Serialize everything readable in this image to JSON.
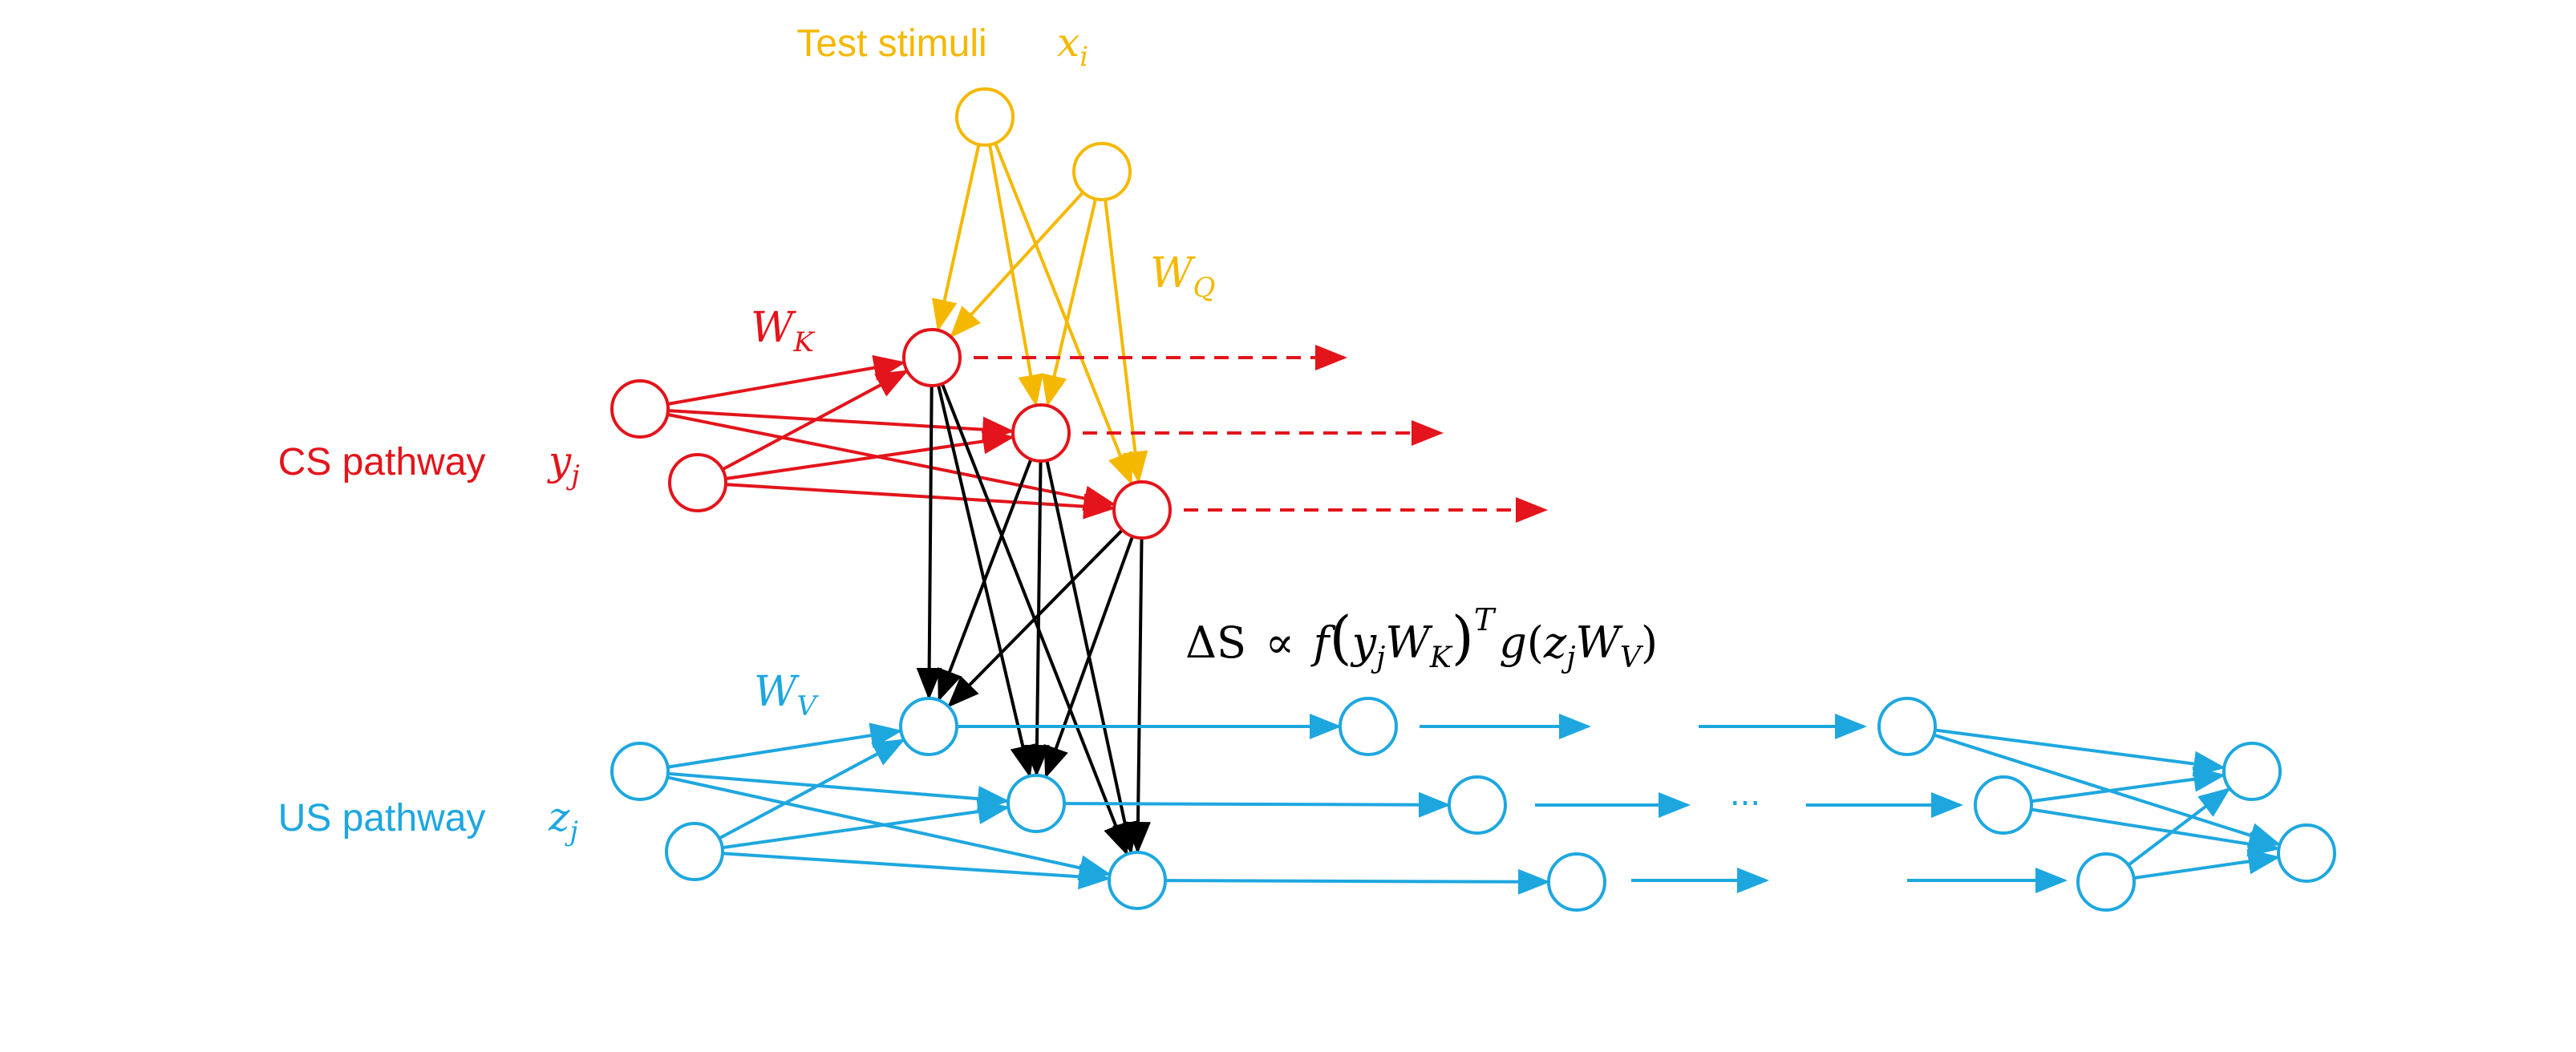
{
  "colors": {
    "test": "#F5B800",
    "cs": "#E3141B",
    "us": "#1EA7DF",
    "link": "#000000"
  },
  "labels": {
    "test_title": "Test stimuli",
    "test_var_base": "x",
    "test_var_sub": "i",
    "cs_title": "CS pathway",
    "cs_var_base": "y",
    "cs_var_sub": "j",
    "us_title": "US pathway",
    "us_var_base": "z",
    "us_var_sub": "j",
    "wq_base": "W",
    "wq_sub": "Q",
    "wk_base": "W",
    "wk_sub": "K",
    "wv_base": "W",
    "wv_sub": "V",
    "ellipsis": "..."
  },
  "formula": {
    "delta": "ΔS",
    "propto": "∝",
    "f": "f",
    "y": "y",
    "y_sub": "j",
    "w1": "W",
    "w1_sub": "K",
    "transpose": "T",
    "g": "g",
    "z": "z",
    "z_sub": "j",
    "w2": "W",
    "w2_sub": "V"
  }
}
